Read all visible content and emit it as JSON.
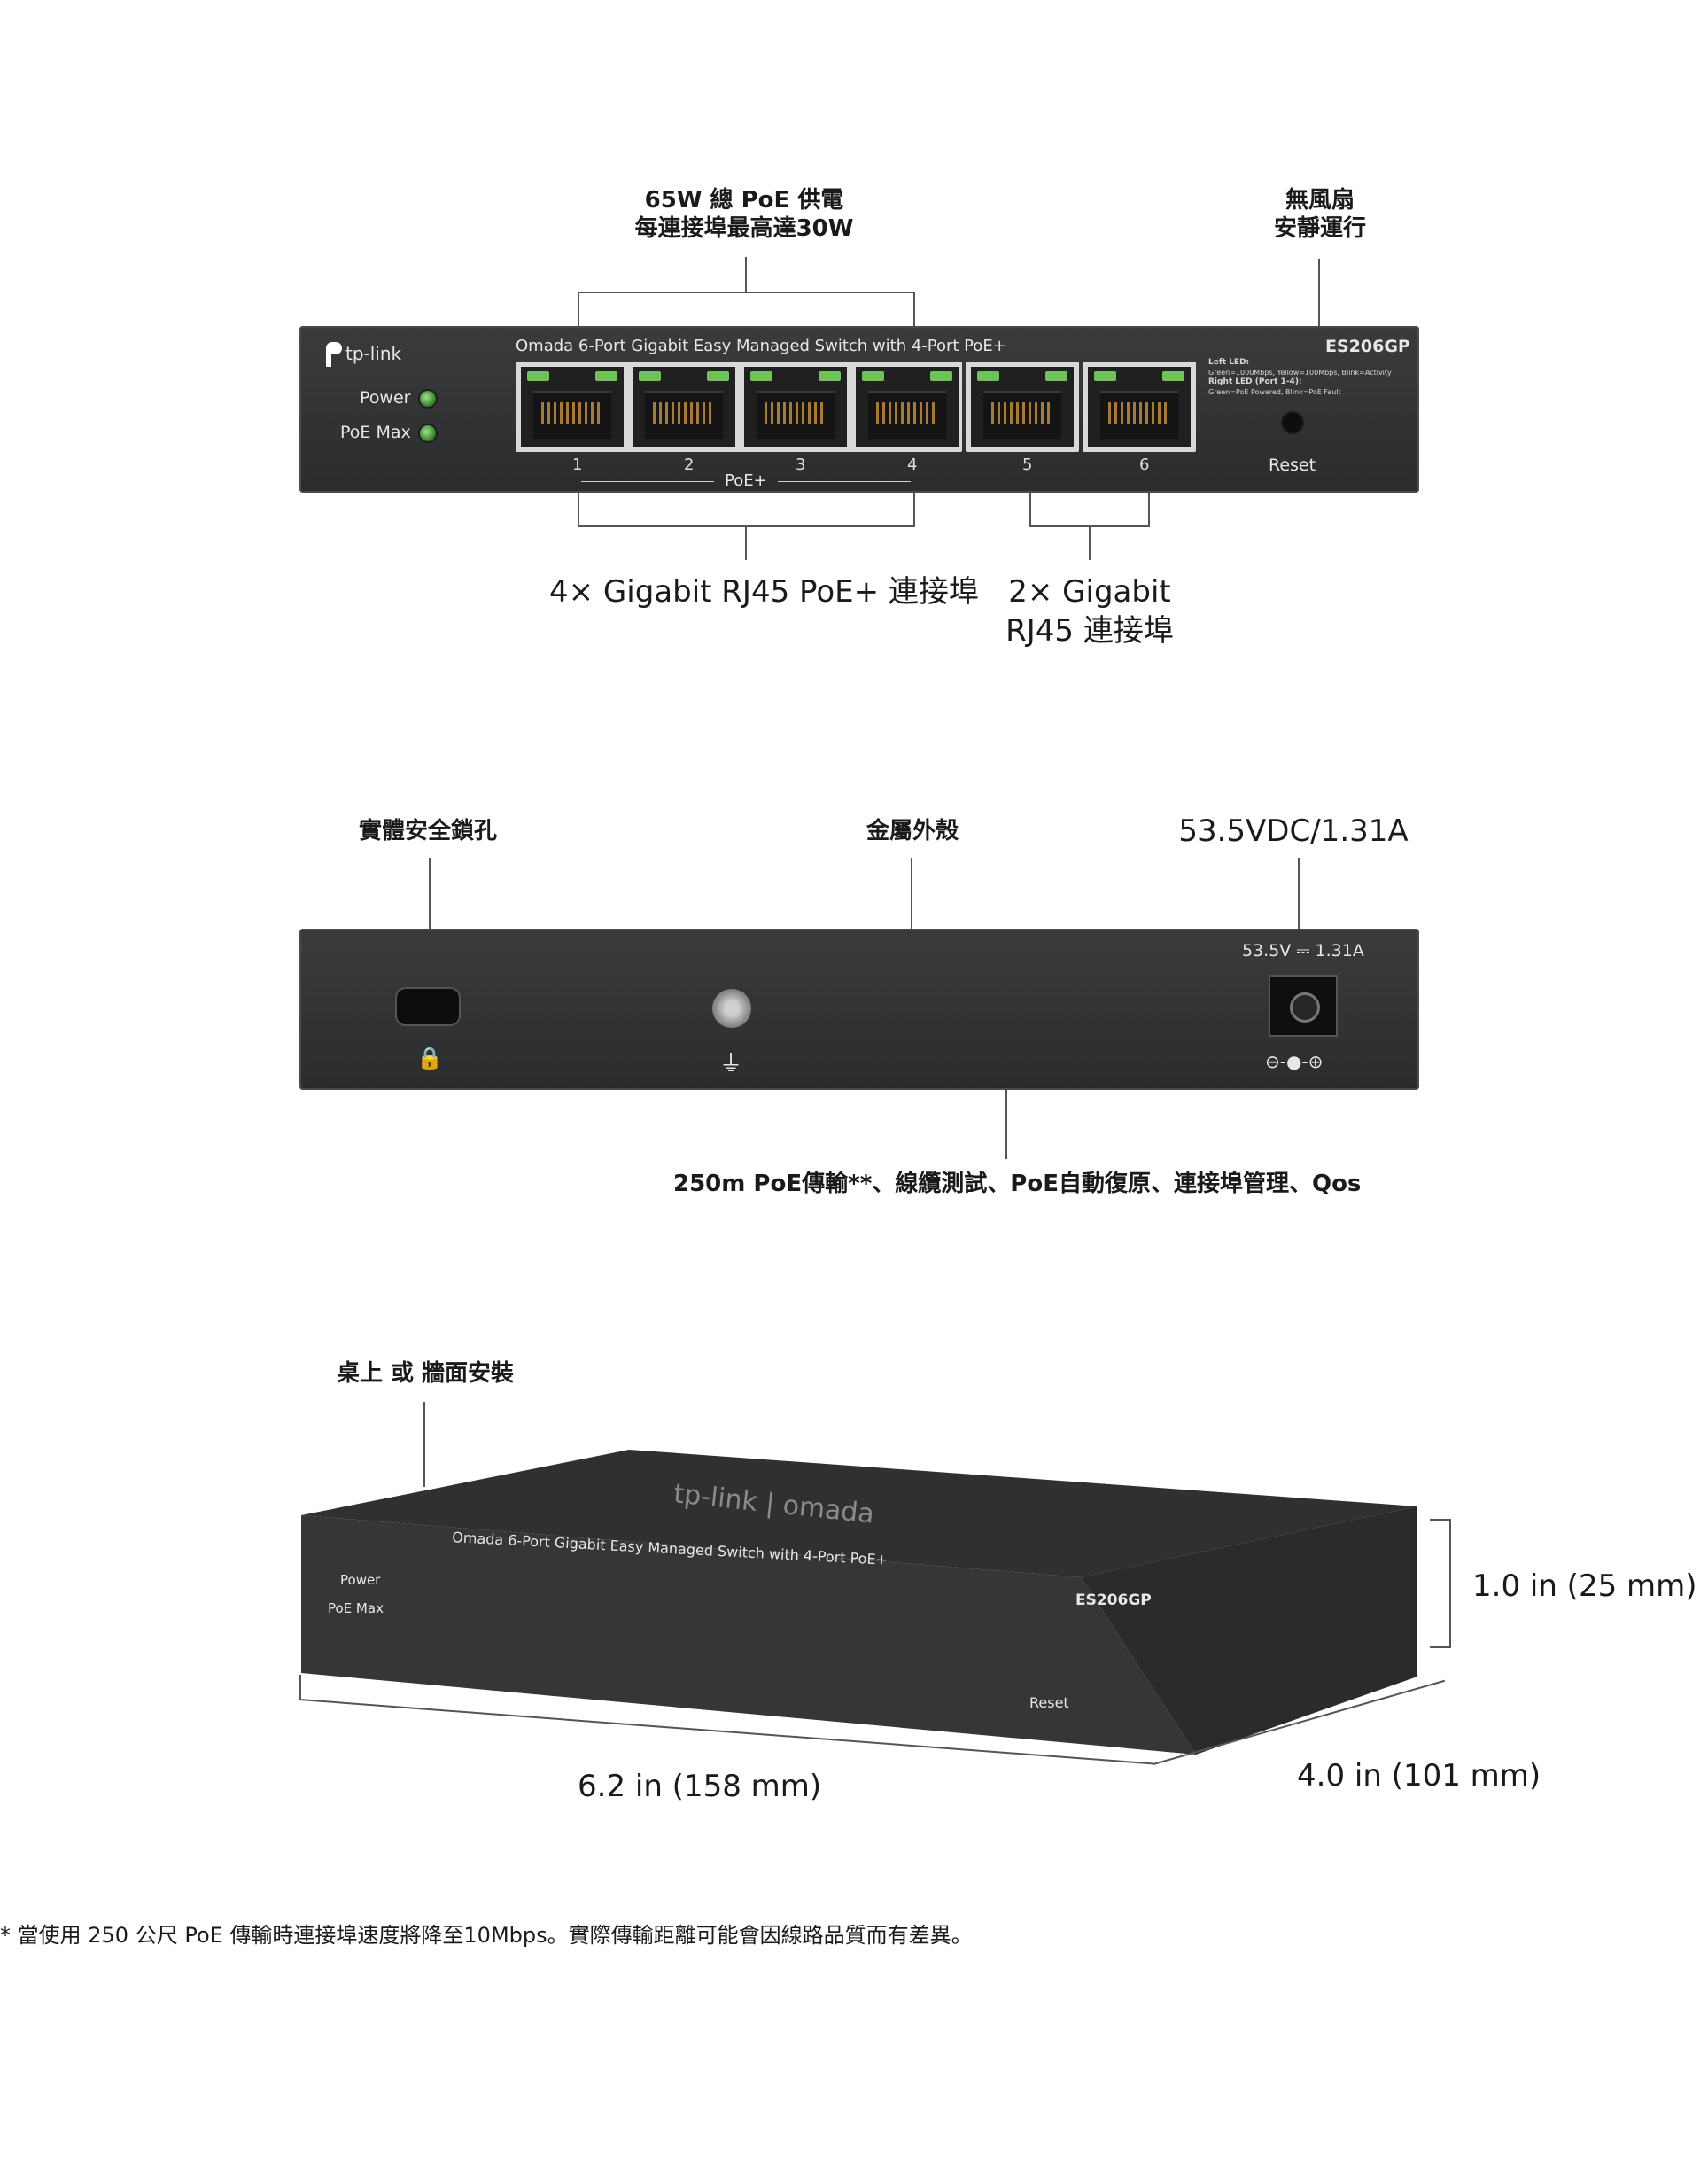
{
  "top_callouts": {
    "poe_budget_line1": "65W 總 PoE 供電",
    "poe_budget_line2": "每連接埠最高達30W",
    "fanless_line1": "無風扇",
    "fanless_line2": "安靜運行",
    "poe_ports": "4× Gigabit RJ45 PoE+ 連接埠",
    "gigabit_ports_line1": "2× Gigabit",
    "gigabit_ports_line2": "RJ45 連接埠"
  },
  "front_panel": {
    "brand": "tp-link",
    "product_title": "Omada 6-Port Gigabit Easy Managed Switch with 4-Port PoE+",
    "model": "ES206GP",
    "power_label": "Power",
    "poemax_label": "PoE Max",
    "poe_group_label": "PoE+",
    "reset_label": "Reset",
    "port_numbers": [
      "1",
      "2",
      "3",
      "4",
      "5",
      "6"
    ],
    "led_legend": {
      "left_title": "Left LED:",
      "left_desc": "Green=1000Mbps, Yellow=100Mbps, Blink=Activity",
      "right_title": "Right LED (Port 1-4):",
      "right_desc": "Green=PoE Powered, Blink=PoE Fault"
    }
  },
  "rear_callouts": {
    "lock_slot": "實體安全鎖孔",
    "metal_case": "金屬外殼",
    "power_input": "53.5VDC/1.31A",
    "features": "250m PoE傳輸**、線纜測試、PoE自動復原、連接埠管理、Qos"
  },
  "rear_panel": {
    "power_rating": "53.5V ⎓ 1.31A",
    "polarity_symbol": "⊖-●-⊕"
  },
  "mounting": {
    "label": "桌上 或 牆面安裝",
    "top_logo": "tp-link | omada",
    "height": "1.0 in (25 mm)",
    "width": "6.2  in (158 mm)",
    "depth": "4.0  in (101 mm)"
  },
  "footnote": "* 當使用 250 公尺 PoE 傳輸時連接埠速度將降至10Mbps。實際傳輸距離可能會因線路品質而有差異。"
}
